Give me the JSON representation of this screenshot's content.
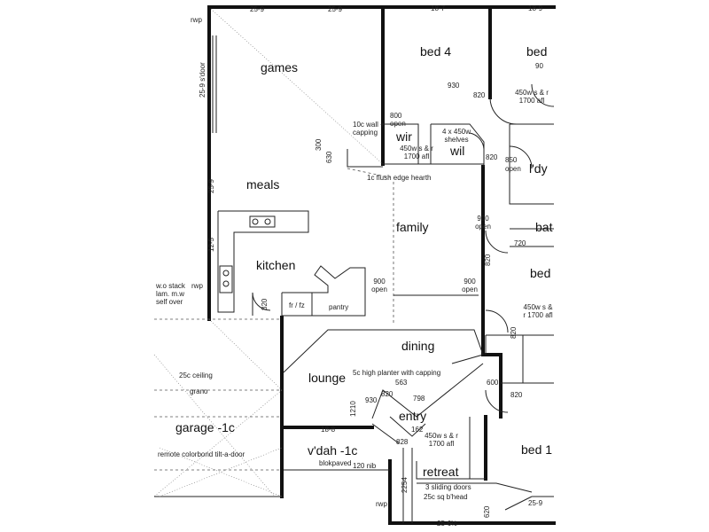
{
  "rooms": {
    "games": "games",
    "bed4": "bed 4",
    "bed_top_right": "bed",
    "wir": "wir",
    "wil": "wil",
    "ldy": "l'dy",
    "bath": "bat",
    "meals": "meals",
    "family": "family",
    "kitchen": "kitchen",
    "bed_right": "bed",
    "dining": "dining",
    "lounge": "lounge",
    "entry": "entry",
    "garage": "garage -1c",
    "vdah": "v'dah -1c",
    "retreat": "retreat",
    "bed1": "bed 1"
  },
  "notes": {
    "rwp_top": "rwp",
    "rwp_left": "rwp",
    "rwp_bottom": "rwp",
    "slider": "25-9 s'door",
    "wall_capping": "10c wall + capping",
    "wir_open": "800 open",
    "wir_sr": "450w s & r 1700 afl",
    "wil_shelves": "4 x 450w shelves",
    "bed_top_sr": "450w s & r 1700 afl",
    "hearth": "1c flush edge hearth",
    "wo_stack": "w.o stack lam. m.w self over",
    "frfz": "fr / fz",
    "pantry": "pantry",
    "bed_right_sr": "450w s & r 1700 afl",
    "planter": "5c high planter with capping",
    "garage_ceiling": "25c ceiling",
    "garage_grano": "grano",
    "garage_door": "remote colorbond tilt-a-door",
    "vdah_paved": "blokpaved",
    "vdah_nib": "120 nib",
    "entry_sr": "450w s & r 1700 afl",
    "retreat_doors": "3 sliding doors",
    "retreat_bhead": "25c sq b'head"
  },
  "dimensions": {
    "top_1": "25-9",
    "top_2": "25-9",
    "top_3": "18-7",
    "top_4": "18-9",
    "bed_top_90": "90",
    "bed4_930": "930",
    "bed4_820": "820",
    "d300": "300",
    "d630": "630",
    "wil_820": "820",
    "ldy_850": "850",
    "ldy_open": "open",
    "left_25_9": "25-9",
    "left_12_5": "12-5",
    "family_900_open": "900 open",
    "kitchen_900_open": "900 open",
    "dining_900_open": "900 open",
    "ldy_820": "820",
    "bath_720": "720",
    "kitchen_820": "820",
    "bed_right_820": "820",
    "d600": "600",
    "d820_low": "820",
    "d563": "563",
    "d1210": "1210",
    "d930": "930",
    "d820_entry": "820",
    "d798": "798",
    "d18_8": "18-8",
    "d828": "828",
    "d162": "162",
    "d2254": "2254",
    "d25_6": "25-6½",
    "d620": "620",
    "d25_9b": "25-9"
  }
}
